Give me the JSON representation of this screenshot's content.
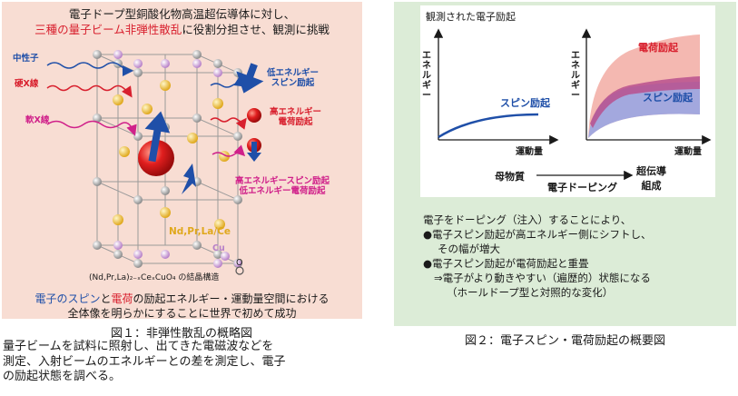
{
  "figure1": {
    "header_line1": "電子ドープ型銅酸化物高温超伝導体に対し、",
    "header_line2_part1": "三種の量子ビーム非弾性散乱",
    "header_line2_part2": "に役割分担させ、観測に挑戦",
    "beam_neutron": "中性子",
    "beam_hard_xray": "硬X線",
    "beam_soft_xray": "軟X線",
    "label_low_spin_line1": "低エネルギー",
    "label_low_spin_line2": "スピン励起",
    "label_high_charge_line1": "高エネルギー",
    "label_high_charge_line2": "電荷励起",
    "label_soft_line1": "高エネルギースピン励起",
    "label_soft_line2": "低エネルギー電荷励起",
    "atom_nd": "Nd,Pr,La/Ce",
    "atom_cu": "Cu",
    "atom_o": "O",
    "structure_name": "(Nd,Pr,La)₂₋ₓCeₓCuO₄ の結晶構造",
    "footer_spin": "電子のスピン",
    "footer_and": "と",
    "footer_charge": "電荷",
    "footer_rest": "の励起エネルギー・運動量空間における",
    "footer_line2": "全体像を明らかにすることに世界で初めて成功",
    "caption": "図１：非弾性散乱の概略図",
    "desc_line1": "量子ビームを試料に照射し、出てきた電磁波などを",
    "desc_line2": "測定、入射ビームのエネルギーとの差を測定し、電子",
    "desc_line3": "の励起状態を調べる。"
  },
  "figure2": {
    "title": "観測された電子励起",
    "left_plot": {
      "ylabel": "エネルギー",
      "xlabel": "運動量",
      "series_label": "スピン励起"
    },
    "right_plot": {
      "ylabel": "エネルギー",
      "xlabel": "運動量",
      "charge_label": "電荷励起",
      "spin_label": "スピン励起"
    },
    "parent": "母物質",
    "doping": "電子ドーピング",
    "sc_line1": "超伝導",
    "sc_line2": "組成",
    "text_line1": "電子をドーピング（注入）することにより、",
    "bullet1_line1": "●電子スピン励起が高エネルギー側にシフトし、",
    "bullet1_line2": "その幅が増大",
    "bullet2_line1": "●電子スピン励起が電荷励起と重畳",
    "bullet2_line2": "⇒電子がより動きやすい（遍歴的）状態になる",
    "bullet2_line3": "（ホールドープ型と対照的な変化）",
    "caption": "図２：電子スピン・電荷励起の概要図"
  },
  "colors": {
    "spin_blue": "#1f4fa8",
    "charge_red": "#d8202e",
    "soft_magenta": "#d0218a",
    "panel1_bg": "#f8ddd3",
    "panel2_bg": "#dcecd7"
  }
}
